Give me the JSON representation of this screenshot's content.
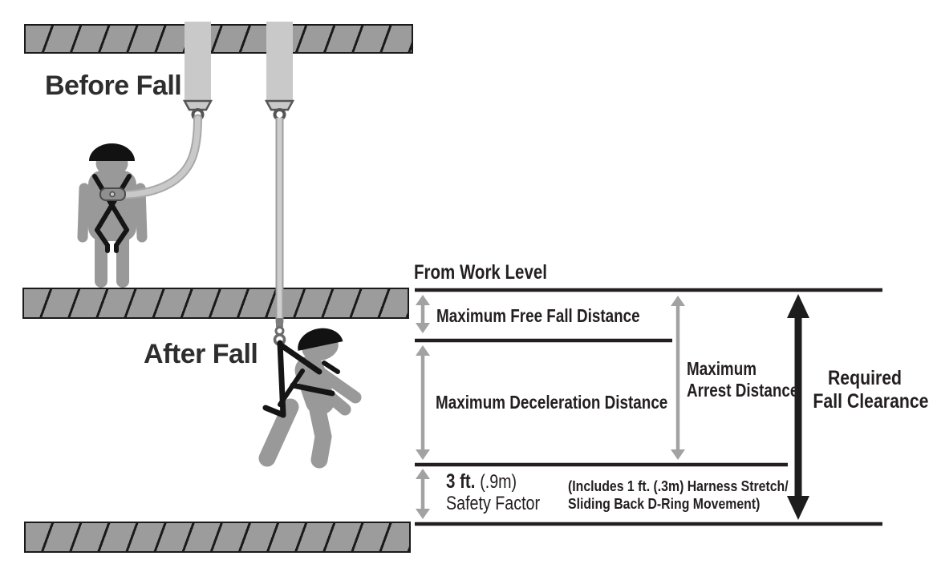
{
  "diagram": {
    "title_semantics": "Fall protection required fall clearance diagram",
    "before_label": "Before Fall",
    "after_label": "After Fall",
    "work_level_label": "From Work Level",
    "free_fall_label": "Maximum Free Fall Distance",
    "deceleration_label": "Maximum Deceleration Distance",
    "arrest_label_line1": "Maximum",
    "arrest_label_line2": "Arrest Distance",
    "required_label_line1": "Required",
    "required_label_line2": "Fall Clearance",
    "safety_value": "3 ft.",
    "safety_metric": "(.9m)",
    "safety_label": "Safety Factor",
    "includes_line1": "(Includes 1 ft. (.3m) Harness Stretch/",
    "includes_line2": "Sliding Back D-Ring Movement)",
    "colors": {
      "ink": "#231f20",
      "arrow_gray": "#a2a2a2",
      "body_gray": "#999999",
      "equipment_gray": "#c9c9c9",
      "beam_gray": "#9c9c9c",
      "hat_black": "#121212"
    }
  }
}
